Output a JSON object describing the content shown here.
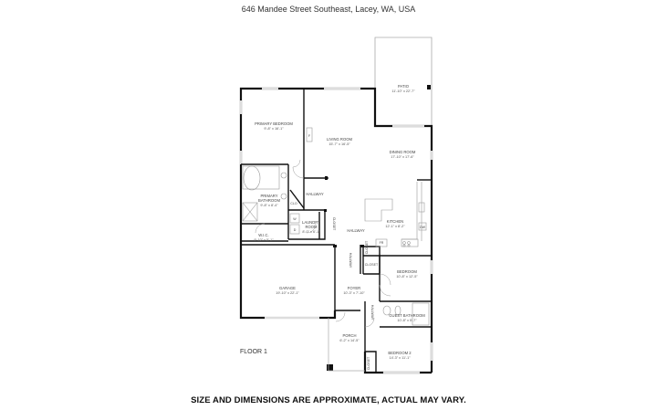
{
  "header": {
    "address": "646 Mandee Street Southeast, Lacey, WA, USA"
  },
  "floor": {
    "label": "FLOOR 1"
  },
  "footer": {
    "disclaimer": "SIZE AND DIMENSIONS ARE APPROXIMATE, ACTUAL MAY VARY."
  },
  "rooms": {
    "patio": {
      "name": "PATIO",
      "dims": "11'-10\" x 22'-7\""
    },
    "primary_bedroom": {
      "name": "PRIMARY BEDROOM",
      "dims": "9'-8\" x 16'-1\""
    },
    "living_room": {
      "name": "LIVING ROOM",
      "dims": "15'-7\" x 16'-5\""
    },
    "dining_room": {
      "name": "DINING ROOM",
      "dims": "17'-10\" x 17'-6\""
    },
    "primary_bathroom": {
      "name_line1": "PRIMARY",
      "name_line2": "BATHROOM",
      "dims": "9'-8\" x 8'-4\""
    },
    "wic": {
      "name": "W.I.C.",
      "dims": "9'-10\" x 5'-1\""
    },
    "hallway_upper": {
      "name": "HALLWAY"
    },
    "clo": {
      "name": "CLO"
    },
    "laundry": {
      "name_line1": "LAUNDRY",
      "name_line2": "ROOM",
      "dims": "8'-0\" x 6'-1\""
    },
    "closet_laundry": {
      "name": "CLOSET"
    },
    "hallway_mid": {
      "name": "HALLWAY"
    },
    "kitchen": {
      "name": "KITCHEN",
      "dims": "12'-1\" x 8'-2\""
    },
    "dw": {
      "name": "DW"
    },
    "fr": {
      "name": "FR"
    },
    "hallway_vertical": {
      "name": "HALLWAY"
    },
    "closet_small": {
      "name": "CLOSET"
    },
    "closet_bedroom": {
      "name": "CLOSET"
    },
    "bedroom": {
      "name": "BEDROOM",
      "dims": "10'-8\" x 12'-5\""
    },
    "garage": {
      "name": "GARAGE",
      "dims": "19'-10\" x 22'-1\""
    },
    "foyer": {
      "name": "FOYER",
      "dims": "10'-3\" x 7'-10\""
    },
    "hallway_bath": {
      "name": "HALLWAY"
    },
    "guest_bathroom": {
      "name": "GUEST BATHROOM",
      "dims": "10'-8\" x 5'-7\""
    },
    "porch": {
      "name": "PORCH",
      "dims": "6'-2\" x 14'-5\""
    },
    "bedroom2": {
      "name": "BEDROOM 2",
      "dims": "14'-3\" x 11'-1\""
    },
    "closet_bedroom2": {
      "name": "CLOSET"
    },
    "wd_w": {
      "name": "W"
    },
    "wd_d": {
      "name": "D"
    },
    "fireplace": {
      "name": "F"
    }
  },
  "colors": {
    "wall": "#111111",
    "thin_line": "#999999",
    "background": "#ffffff"
  }
}
